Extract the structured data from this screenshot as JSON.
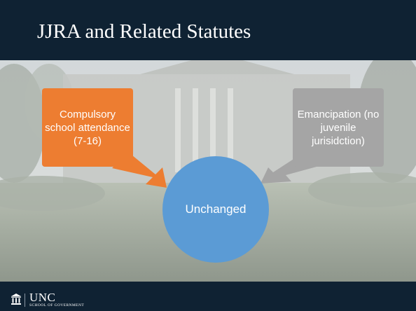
{
  "title": "JJRA and Related Statutes",
  "left_box": {
    "text": "Compulsory school attendance (7-16)",
    "color": "#ed7d31"
  },
  "right_box": {
    "text": "Emancipation (no juvenile jurisidction)",
    "color": "#a5a5a5"
  },
  "center": {
    "text": "Unchanged",
    "color": "#5b9bd5"
  },
  "footer": {
    "logo_name": "UNC",
    "logo_subtitle": "SCHOOL OF GOVERNMENT",
    "icon": "building-icon"
  }
}
